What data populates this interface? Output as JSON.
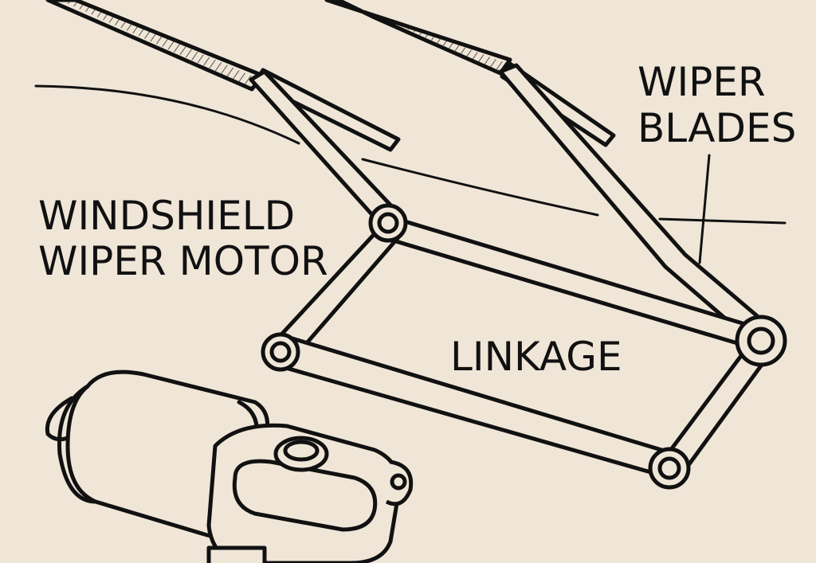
{
  "labels": {
    "motor_line1": "WINDSHIELD",
    "motor_line2": "WIPER MOTOR",
    "blades_line1": "WIPER",
    "blades_line2": "BLADES",
    "linkage": "LINKAGE"
  },
  "colors": {
    "background": "#efe6d8",
    "ink": "#111111"
  }
}
